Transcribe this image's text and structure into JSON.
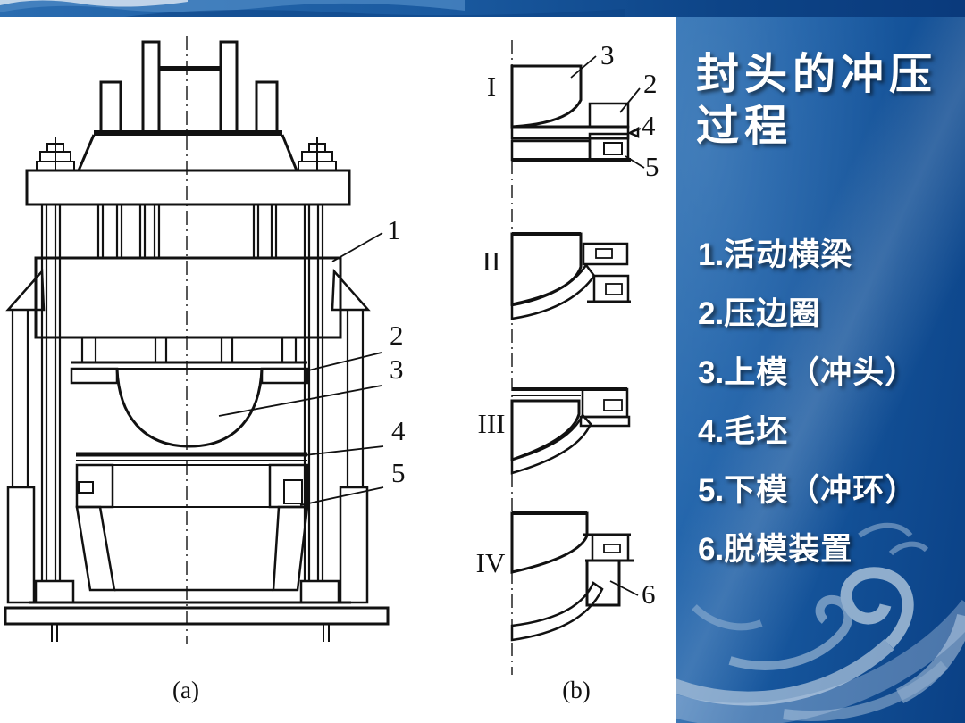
{
  "panel": {
    "title_line1": "封头的冲压",
    "title_line2": "过程",
    "bg_color": "#15579e",
    "swirl_color": "#a6bfd8",
    "text_color": "#ffffff"
  },
  "legend": {
    "items": [
      {
        "num": "1.",
        "label": "活动横梁"
      },
      {
        "num": "2.",
        "label": "压边圈"
      },
      {
        "num": "3.",
        "label": "上模（冲头）"
      },
      {
        "num": "4.",
        "label": "毛坯"
      },
      {
        "num": "5.",
        "label": "下模（冲环）"
      },
      {
        "num": "6.",
        "label": "脱模装置"
      }
    ]
  },
  "diagram_a": {
    "caption": "(a)",
    "part_labels": [
      "1",
      "2",
      "3",
      "4",
      "5"
    ]
  },
  "diagram_b": {
    "caption": "(b)",
    "stages": [
      "I",
      "II",
      "III",
      "IV"
    ],
    "part_labels_stage1": [
      "3",
      "2",
      "4",
      "5"
    ],
    "part_label_stage4": "6"
  }
}
